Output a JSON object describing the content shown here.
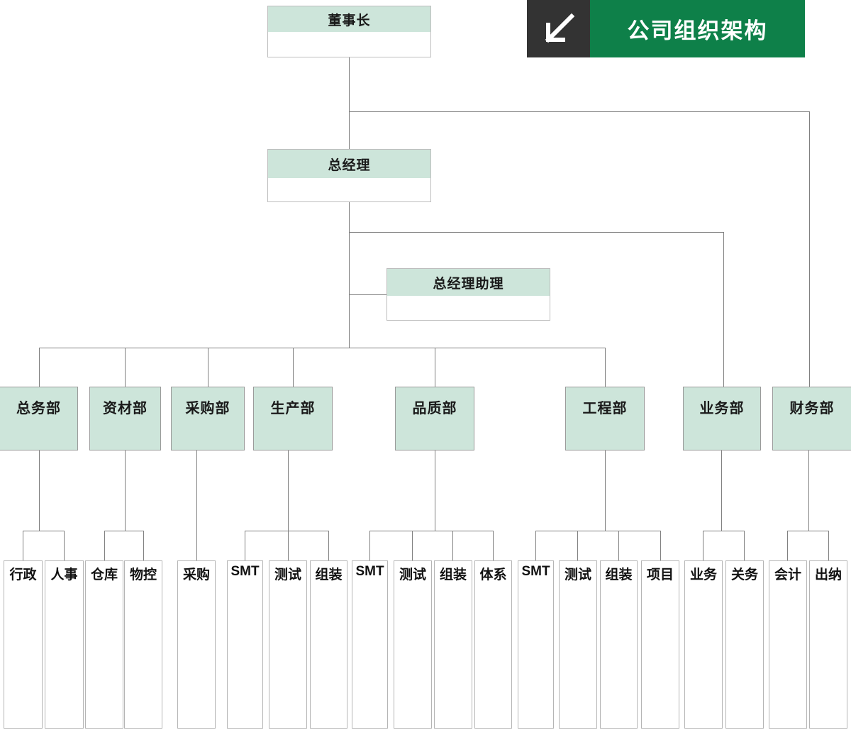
{
  "header": {
    "title": "公司组织架构",
    "arrow_icon": "arrow-down-left-icon",
    "arrow_block_color": "#333333",
    "title_block_color": "#0e8049",
    "title_text_color": "#ffffff"
  },
  "theme": {
    "node_fill": "#cde5da",
    "node_border": "#9a9a9a",
    "leaf_border": "#b5b5b5",
    "connector": "#808080",
    "page_background": "#ffffff",
    "text": "#1a1a1a"
  },
  "chart_data": {
    "type": "org-chart",
    "title": "公司组织架构",
    "levels": 4,
    "nodes": [
      {
        "id": "chairman",
        "label": "董事长",
        "level": 1,
        "parent": null
      },
      {
        "id": "gm",
        "label": "总经理",
        "level": 2,
        "parent": "chairman"
      },
      {
        "id": "gm_asst",
        "label": "总经理助理",
        "level": 3,
        "parent": "gm"
      },
      {
        "id": "general_affairs",
        "label": "总务部",
        "level": 4,
        "parent": "gm"
      },
      {
        "id": "materials",
        "label": "资材部",
        "level": 4,
        "parent": "gm"
      },
      {
        "id": "purchasing",
        "label": "采购部",
        "level": 4,
        "parent": "gm"
      },
      {
        "id": "production",
        "label": "生产部",
        "level": 4,
        "parent": "gm"
      },
      {
        "id": "quality",
        "label": "品质部",
        "level": 4,
        "parent": "gm"
      },
      {
        "id": "engineering",
        "label": "工程部",
        "level": 4,
        "parent": "gm"
      },
      {
        "id": "business",
        "label": "业务部",
        "level": 4,
        "parent": "gm"
      },
      {
        "id": "finance",
        "label": "财务部",
        "level": 4,
        "parent": "chairman"
      },
      {
        "id": "ga_admin",
        "label": "行政",
        "level": 5,
        "parent": "general_affairs"
      },
      {
        "id": "ga_hr",
        "label": "人事",
        "level": 5,
        "parent": "general_affairs"
      },
      {
        "id": "mt_wh",
        "label": "仓库",
        "level": 5,
        "parent": "materials"
      },
      {
        "id": "mt_pmc",
        "label": "物控",
        "level": 5,
        "parent": "materials"
      },
      {
        "id": "pu_buy",
        "label": "采购",
        "level": 5,
        "parent": "purchasing"
      },
      {
        "id": "pr_smt",
        "label": "SMT",
        "level": 5,
        "parent": "production"
      },
      {
        "id": "pr_test",
        "label": "测试",
        "level": 5,
        "parent": "production"
      },
      {
        "id": "pr_asm",
        "label": "组装",
        "level": 5,
        "parent": "production"
      },
      {
        "id": "qa_smt",
        "label": "SMT",
        "level": 5,
        "parent": "quality"
      },
      {
        "id": "qa_test",
        "label": "测试",
        "level": 5,
        "parent": "quality"
      },
      {
        "id": "qa_asm",
        "label": "组装",
        "level": 5,
        "parent": "quality"
      },
      {
        "id": "qa_sys",
        "label": "体系",
        "level": 5,
        "parent": "quality"
      },
      {
        "id": "en_smt",
        "label": "SMT",
        "level": 5,
        "parent": "engineering"
      },
      {
        "id": "en_test",
        "label": "测试",
        "level": 5,
        "parent": "engineering"
      },
      {
        "id": "en_asm",
        "label": "组装",
        "level": 5,
        "parent": "engineering"
      },
      {
        "id": "en_proj",
        "label": "项目",
        "level": 5,
        "parent": "engineering"
      },
      {
        "id": "bu_sales",
        "label": "业务",
        "level": 5,
        "parent": "business"
      },
      {
        "id": "bu_cust",
        "label": "关务",
        "level": 5,
        "parent": "business"
      },
      {
        "id": "fi_acct",
        "label": "会计",
        "level": 5,
        "parent": "finance"
      },
      {
        "id": "fi_cash",
        "label": "出纳",
        "level": 5,
        "parent": "finance"
      }
    ]
  },
  "exec": {
    "chairman": "董事长",
    "gm": "总经理",
    "gm_assistant": "总经理助理"
  },
  "departments": [
    {
      "label": "总务部"
    },
    {
      "label": "资材部"
    },
    {
      "label": "采购部"
    },
    {
      "label": "生产部"
    },
    {
      "label": "品质部"
    },
    {
      "label": "工程部"
    },
    {
      "label": "业务部"
    },
    {
      "label": "财务部"
    }
  ],
  "leaves": [
    {
      "label": "行政"
    },
    {
      "label": "人事"
    },
    {
      "label": "仓库"
    },
    {
      "label": "物控"
    },
    {
      "label": "采购"
    },
    {
      "label": "SMT"
    },
    {
      "label": "测试"
    },
    {
      "label": "组装"
    },
    {
      "label": "SMT"
    },
    {
      "label": "测试"
    },
    {
      "label": "组装"
    },
    {
      "label": "体系"
    },
    {
      "label": "SMT"
    },
    {
      "label": "测试"
    },
    {
      "label": "组装"
    },
    {
      "label": "项目"
    },
    {
      "label": "业务"
    },
    {
      "label": "关务"
    },
    {
      "label": "会计"
    },
    {
      "label": "出纳"
    }
  ]
}
